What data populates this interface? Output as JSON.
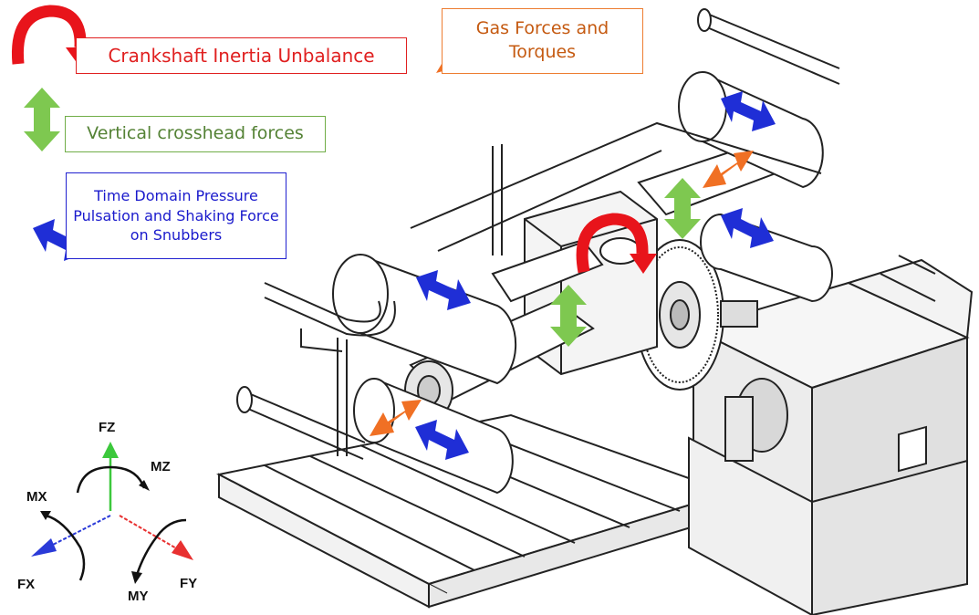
{
  "legend": {
    "crankshaft": "Crankshaft Inertia Unbalance",
    "gas_forces": "Gas Forces and Torques",
    "vertical": "Vertical crosshead forces",
    "pulsation": "Time Domain Pressure Pulsation and Shaking Force on Snubbers"
  },
  "axes": {
    "fz": "FZ",
    "mz": "MZ",
    "mx": "MX",
    "fx": "FX",
    "my": "MY",
    "fy": "FY"
  },
  "colors": {
    "red": "#e8141b",
    "orange": "#f07024",
    "green": "#7ec850",
    "blue": "#1f2ed6",
    "line": "#222222"
  }
}
